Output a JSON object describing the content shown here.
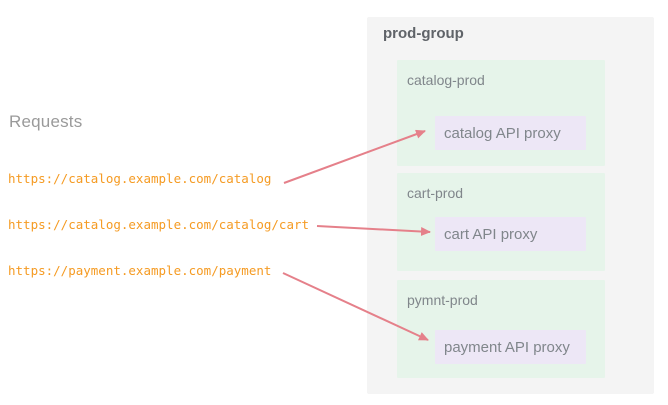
{
  "left_panel": {
    "title": "Requests",
    "requests": [
      {
        "url": "https://catalog.example.com/catalog"
      },
      {
        "url": "https://catalog.example.com/catalog/cart"
      },
      {
        "url": "https://payment.example.com/payment"
      }
    ]
  },
  "group": {
    "name": "prod-group",
    "environments": [
      {
        "name": "catalog-prod",
        "proxy": "catalog API proxy"
      },
      {
        "name": "cart-prod",
        "proxy": "cart API proxy"
      },
      {
        "name": "pymnt-prod",
        "proxy": "payment API proxy"
      }
    ]
  },
  "arrows": [
    {
      "from": "request-catalog",
      "to": "catalog API proxy"
    },
    {
      "from": "request-catalog-cart",
      "to": "cart API proxy"
    },
    {
      "from": "request-payment",
      "to": "payment API proxy"
    }
  ],
  "colors": {
    "group_bg": "#f4f4f4",
    "env_bg": "#e6f4ea",
    "proxy_bg": "#ede7f6",
    "arrow": "#e5808a",
    "url_text": "#f59b23",
    "label_text": "#80868b",
    "title_text": "#9a9a9a",
    "group_title_text": "#5f6368"
  }
}
